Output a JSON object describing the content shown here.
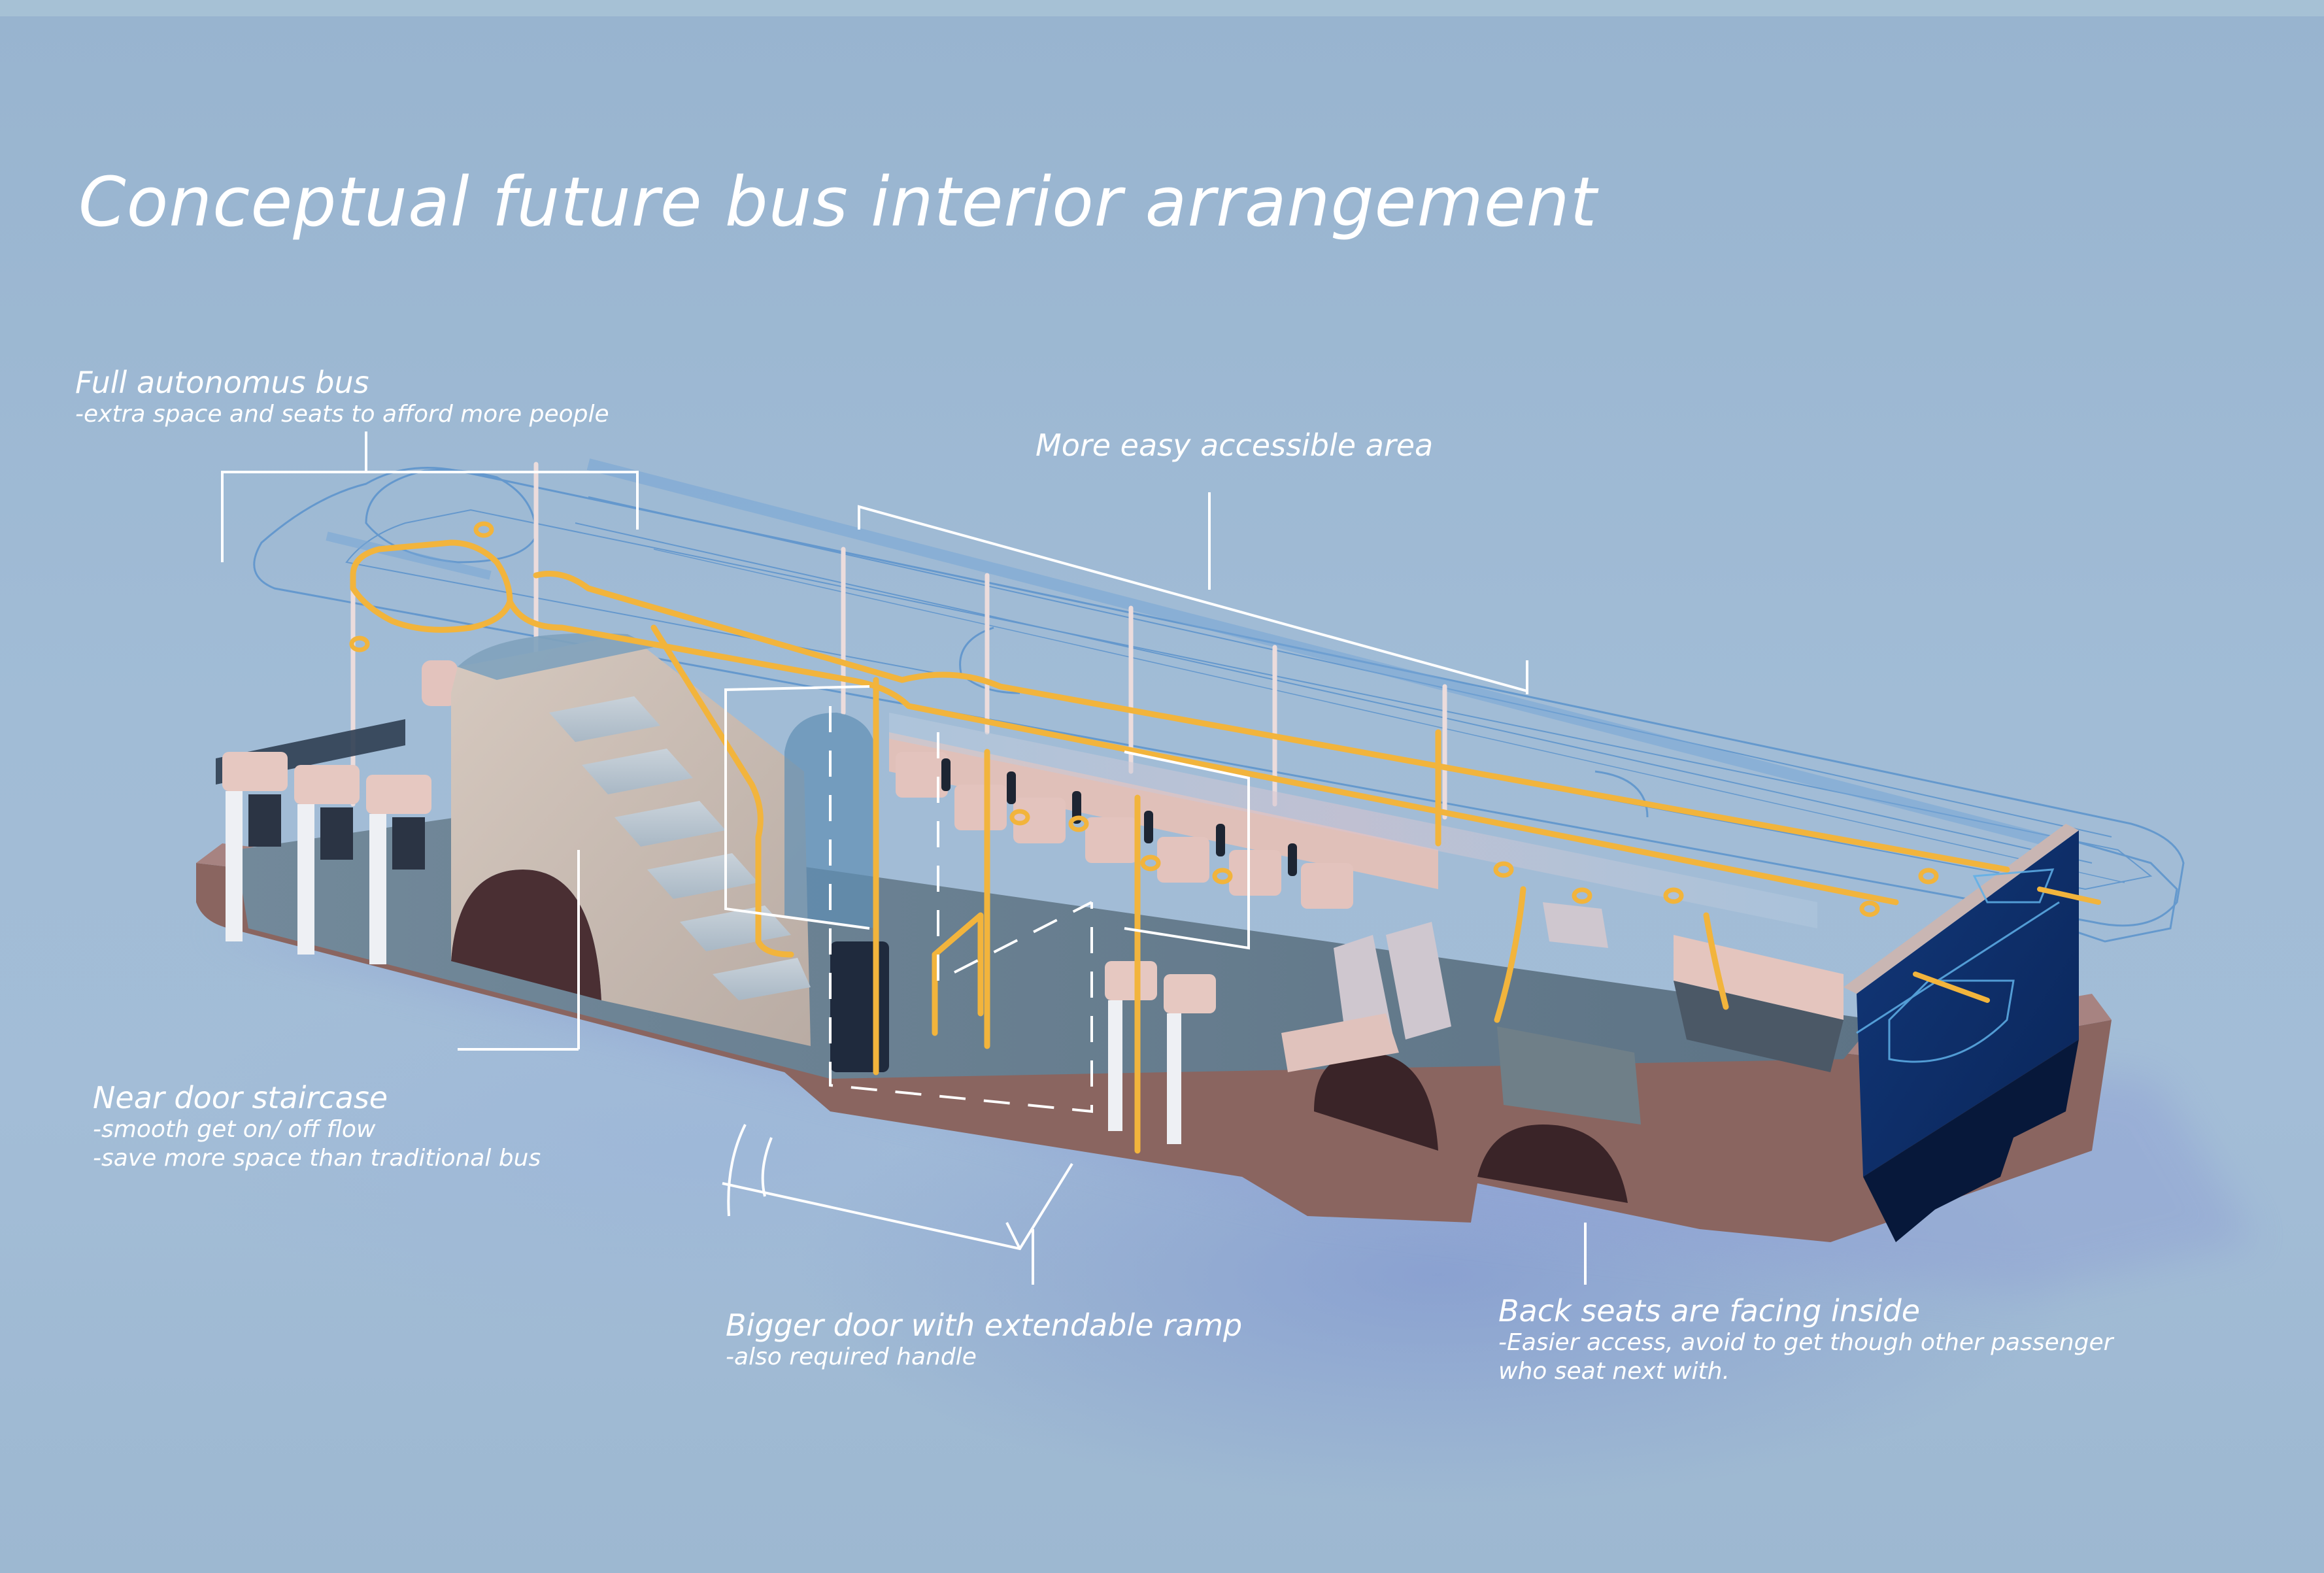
{
  "poster": {
    "title": "Conceptual future bus interior arrangement"
  },
  "callouts": {
    "autonomous": {
      "heading": "Full autonomus bus",
      "lines": [
        "-extra space and seats to afford more people"
      ]
    },
    "accessible_area": {
      "heading": "More easy accessible area",
      "lines": []
    },
    "staircase": {
      "heading": "Near door staircase",
      "lines": [
        "-smooth get on/ off flow",
        "-save more space than traditional bus"
      ]
    },
    "door_ramp": {
      "heading": "Bigger door with extendable ramp",
      "lines": [
        "-also required handle"
      ]
    },
    "back_seats": {
      "heading": "Back seats are facing inside",
      "lines": [
        "-Easier access, avoid to get though other passenger",
        "who seat next with."
      ]
    }
  },
  "palette": {
    "background": "#9db8d1",
    "annotation": "#ffffff",
    "handrail": "#f2b43c",
    "wireframe": "#5b93cc",
    "seat": "#e3c3bd",
    "stair": "#cdbfb4",
    "floor": "#6e8596",
    "chassis": "#8c6864",
    "rear_panel": "#0d2f6b",
    "rear_dark": "#07183a"
  }
}
